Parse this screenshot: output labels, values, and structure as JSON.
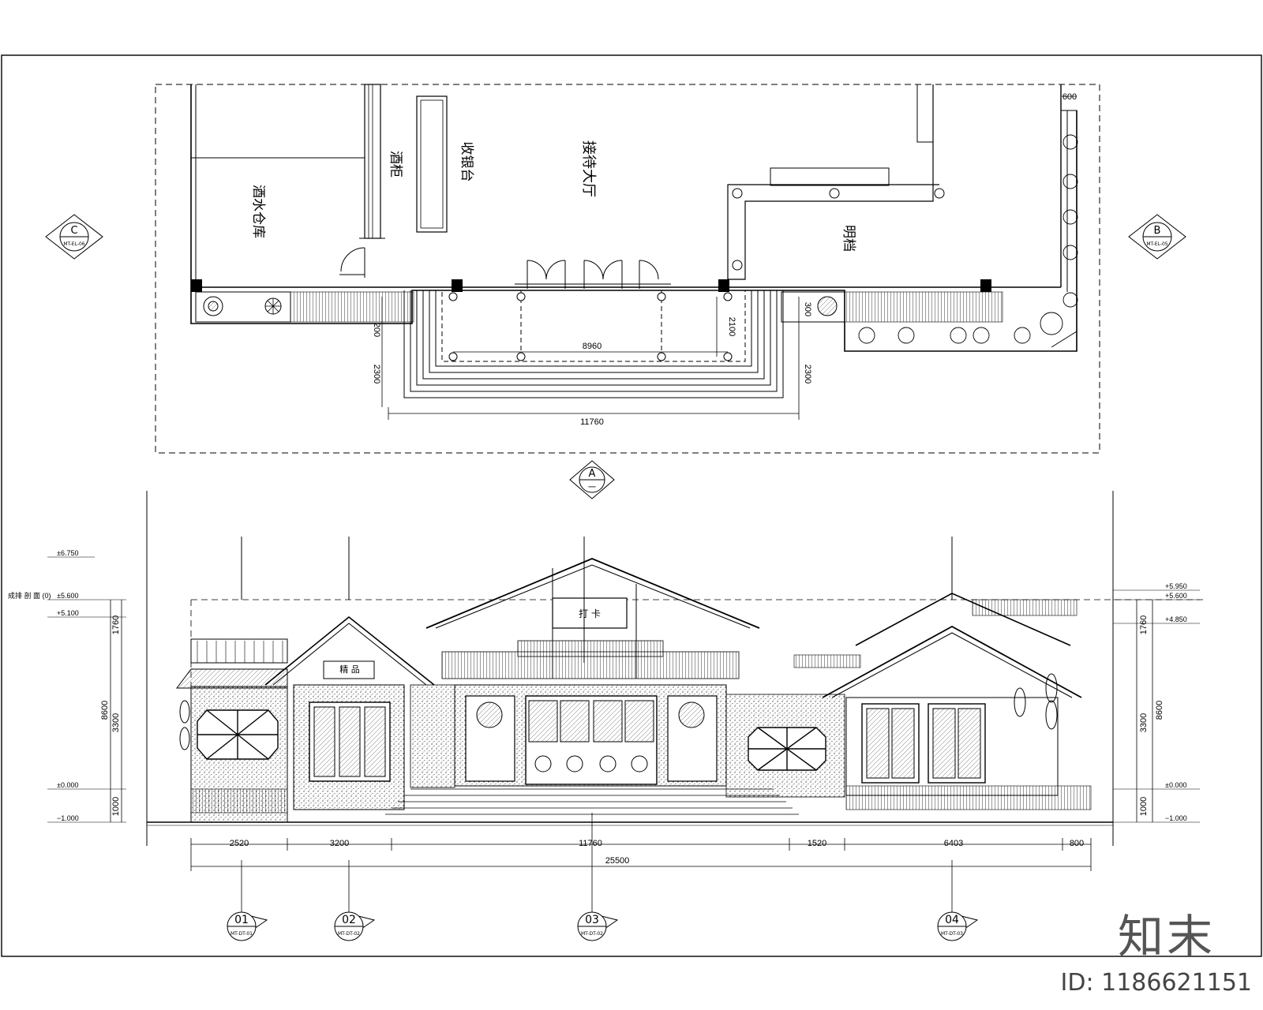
{
  "plan": {
    "rooms": {
      "wine_storage": "酒水仓库",
      "wine_cabinet": "酒柜",
      "cashier": "收银台",
      "reception_hall": "接待大厅",
      "open_booth": "明档"
    },
    "dims": {
      "d600": "600",
      "d8960": "8960",
      "d11760": "11760",
      "d2100": "2100",
      "d2300_left": "2300",
      "d2300_right": "2300",
      "d200": "200",
      "d300": "300"
    },
    "markers": {
      "left": {
        "letter": "C",
        "ref": "MT-EL-06"
      },
      "right": {
        "letter": "B",
        "ref": "MT-EL-05"
      },
      "bottom": {
        "letter": "A",
        "ref": "一"
      }
    }
  },
  "elevation": {
    "levels_left": [
      "±6.750",
      "±5.600",
      "+5.100",
      "±0.000",
      "−1.000"
    ],
    "levels_right": [
      "+5.950",
      "+5.600",
      "+4.850",
      "±0.000",
      "−1.000"
    ],
    "left_note": "成排 剖 面 (0)",
    "vertical_dims_left": [
      "1760",
      "3300",
      "8600",
      "1000"
    ],
    "vertical_dims_right": [
      "1760",
      "3300",
      "8600",
      "1000"
    ],
    "bottom_dims": [
      "2520",
      "3200",
      "11760",
      "1520",
      "6403",
      "800"
    ],
    "total_dim": "25500",
    "signs": {
      "main": "打 卡",
      "left": "精 品"
    },
    "axes": [
      {
        "id": "01",
        "ref": "MT-DT-01"
      },
      {
        "id": "02",
        "ref": "MT-DT-02"
      },
      {
        "id": "03",
        "ref": "MT-DT-02"
      },
      {
        "id": "04",
        "ref": "MT-DT-03"
      }
    ]
  },
  "branding": {
    "logo_text": "知末",
    "id_label": "ID: 1186621151"
  }
}
